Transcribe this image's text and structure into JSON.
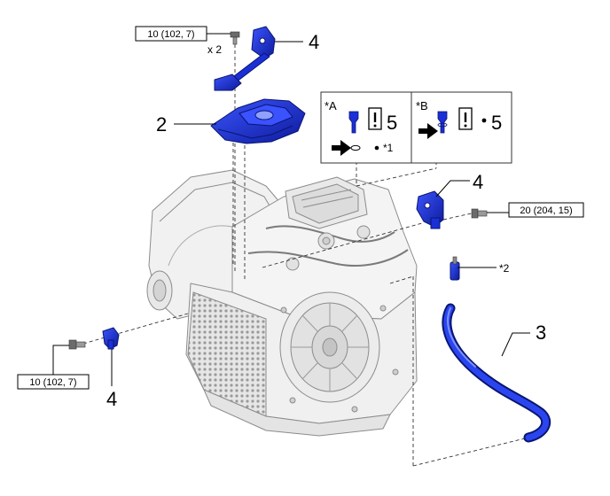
{
  "torques": {
    "top_left": "10 (102, 7)",
    "right": "20 (204, 15)",
    "bottom_left": "10 (102, 7)"
  },
  "quantity_top": "x 2",
  "callouts": {
    "bracket_top": "4",
    "cover": "2",
    "sensor_right": "4",
    "hose": "3",
    "sensor_bottom": "4"
  },
  "legend": {
    "panel_a": {
      "label": "*A",
      "number": "5",
      "note": "*1"
    },
    "panel_b": {
      "label": "*B",
      "number": "5"
    }
  },
  "notes": {
    "hose_end": "*2"
  },
  "colors": {
    "part_blue": "#1a2fd6",
    "part_dark": "#0d1a8a",
    "case_light": "#f2f2f2",
    "case_line": "#8c8c8c"
  }
}
